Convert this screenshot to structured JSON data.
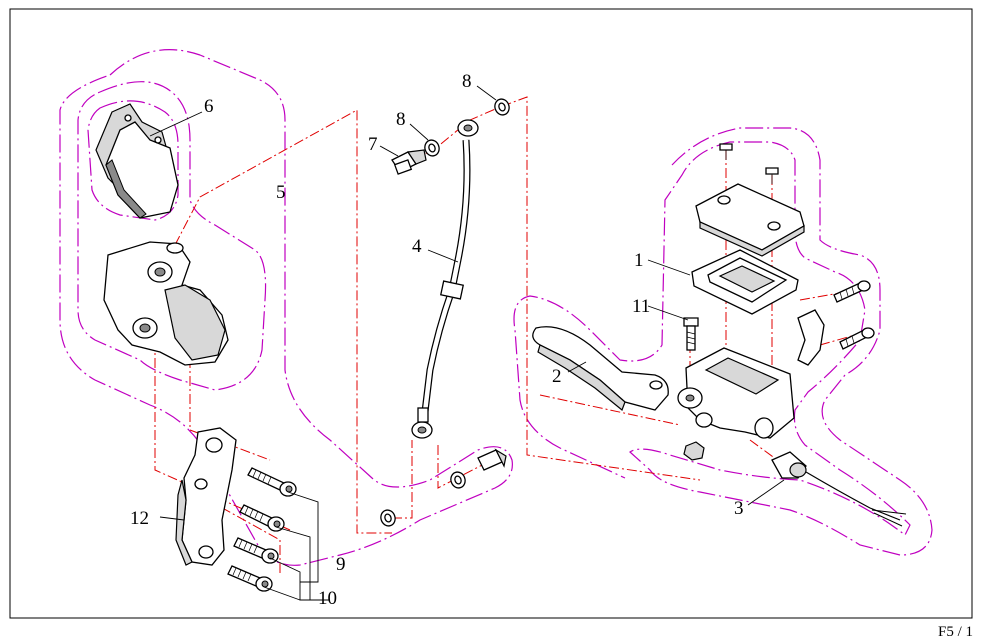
{
  "callouts": {
    "c1": "1",
    "c2": "2",
    "c3": "3",
    "c4": "4",
    "c5": "5",
    "c6": "6",
    "c7": "7",
    "c8a": "8",
    "c8b": "8",
    "c9": "9",
    "c10": "10",
    "c11": "11",
    "c12": "12"
  },
  "page_number": "F5 / 1",
  "colors": {
    "group_outline": "#c000c0",
    "assembly_guide": "#e00000",
    "linework": "#000000"
  }
}
